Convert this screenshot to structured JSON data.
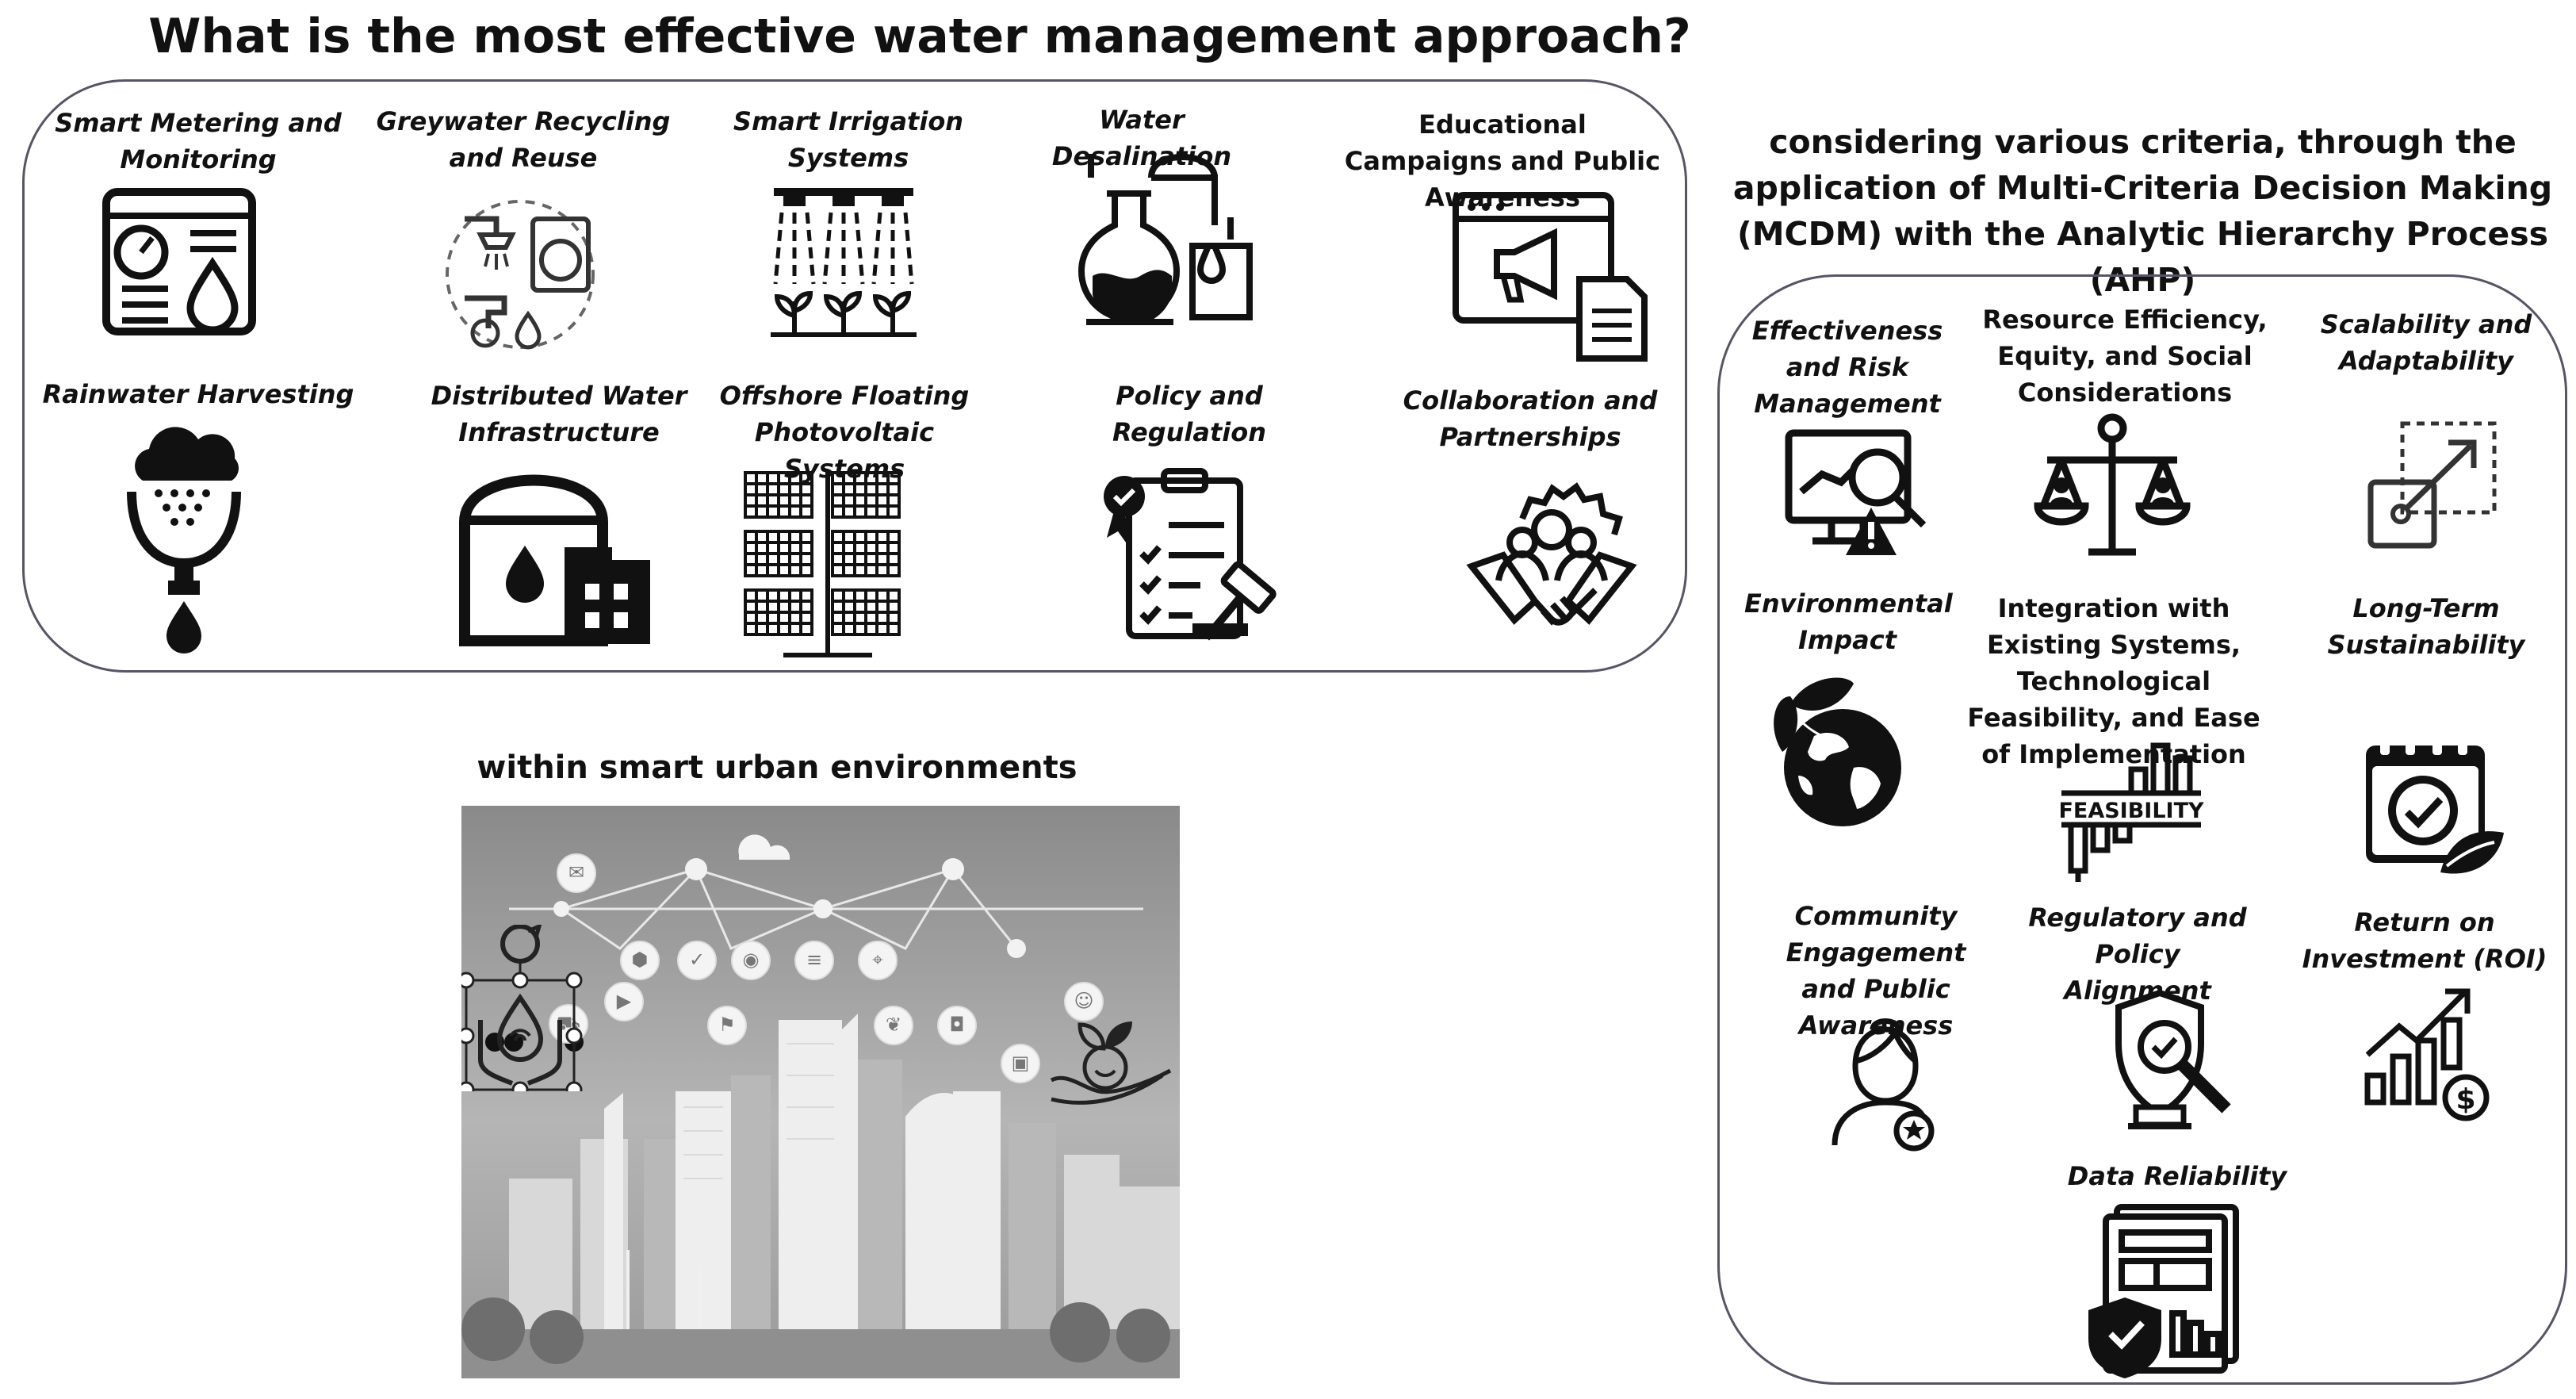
{
  "title": "What is the most effective water management approach?",
  "approaches": [
    {
      "label": "Smart Metering and Monitoring",
      "icon": "smart-meter-icon"
    },
    {
      "label": "Greywater Recycling and Reuse",
      "icon": "greywater-recycling-icon"
    },
    {
      "label": "Smart Irrigation Systems",
      "icon": "irrigation-sprinkler-icon"
    },
    {
      "label": "Water Desalination",
      "icon": "desalination-flask-icon"
    },
    {
      "label": "Educational Campaigns and Public Awareness",
      "icon": "megaphone-document-icon"
    },
    {
      "label": "Rainwater Harvesting",
      "icon": "rain-cloud-funnel-icon"
    },
    {
      "label": "Distributed Water Infrastructure",
      "icon": "water-tank-building-icon"
    },
    {
      "label": "Offshore Floating Photovoltaic Systems",
      "icon": "solar-panel-icon"
    },
    {
      "label": "Policy and Regulation",
      "icon": "checklist-gavel-icon"
    },
    {
      "label": "Collaboration and Partnerships",
      "icon": "handshake-gear-icon"
    }
  ],
  "criteria_heading": "considering various criteria, through the application of Multi-Criteria Decision Making (MCDM) with the Analytic Hierarchy Process (AHP)",
  "criteria": [
    {
      "label": "Effectiveness and Risk Management",
      "icon": "risk-monitor-magnifier-icon"
    },
    {
      "label": "Resource Efficiency, Equity, and Social Considerations",
      "icon": "balance-scale-icon"
    },
    {
      "label": "Scalability and Adaptability",
      "icon": "scale-resize-icon"
    },
    {
      "label": "Environmental Impact",
      "icon": "globe-leaves-icon"
    },
    {
      "label": "Integration with Existing Systems, Technological Feasibility, and Ease of Implementation",
      "icon": "feasibility-chart-icon"
    },
    {
      "label": "Long-Term Sustainability",
      "icon": "calendar-leaf-icon"
    },
    {
      "label": "Community Engagement and Public Awareness",
      "icon": "person-badge-icon"
    },
    {
      "label": "Regulatory and Policy Alignment",
      "icon": "shield-magnifier-icon"
    },
    {
      "label": "Return on Investment (ROI)",
      "icon": "growth-chart-dollar-icon"
    },
    {
      "label": "Data Reliability",
      "icon": "report-shield-icon"
    }
  ],
  "context_heading": "within smart urban environments",
  "illustration": {
    "icon": "smart-city-illustration"
  }
}
